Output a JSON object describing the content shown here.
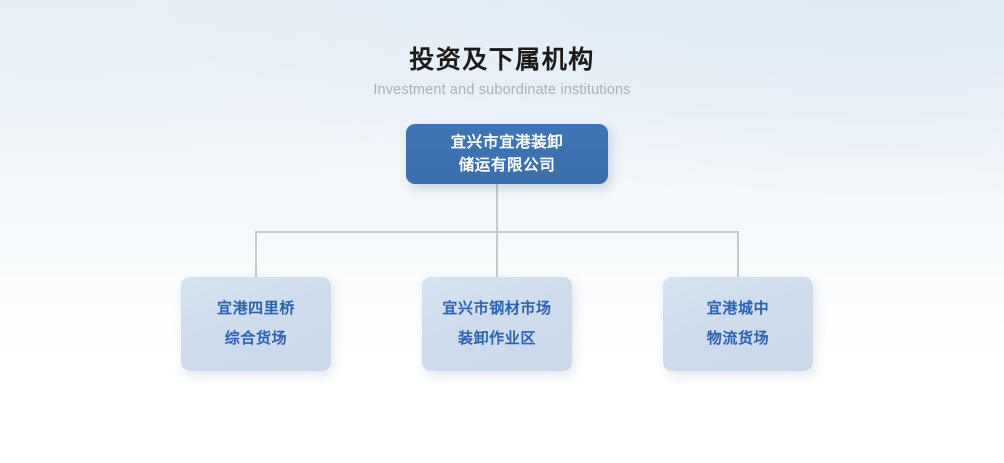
{
  "header": {
    "title": "投资及下属机构",
    "subtitle": "Investment and subordinate institutions"
  },
  "org_chart": {
    "root": {
      "name": "宜兴市宜港装卸储运有限公司",
      "lines": [
        "宜兴市宜港装卸",
        "储运有限公司"
      ]
    },
    "children": [
      {
        "name": "宜港四里桥综合货场",
        "lines": [
          "宜港四里桥",
          "综合货场"
        ]
      },
      {
        "name": "宜兴市钢材市场装卸作业区",
        "lines": [
          "宜兴市钢材市场",
          "装卸作业区"
        ]
      },
      {
        "name": "宜港城中物流货场",
        "lines": [
          "宜港城中",
          "物流货场"
        ]
      }
    ]
  },
  "colors": {
    "root_node_background": "#3c72b4",
    "root_node_text": "#ffffff",
    "child_node_background": "#cfdcee",
    "child_node_text": "#2a62ad",
    "connector_line": "#c7c9cb",
    "title_text": "#1b1b1b",
    "subtitle_text": "#a9b0b6",
    "page_background_top": "#e8f1f7",
    "page_background_bottom": "#ffffff"
  }
}
